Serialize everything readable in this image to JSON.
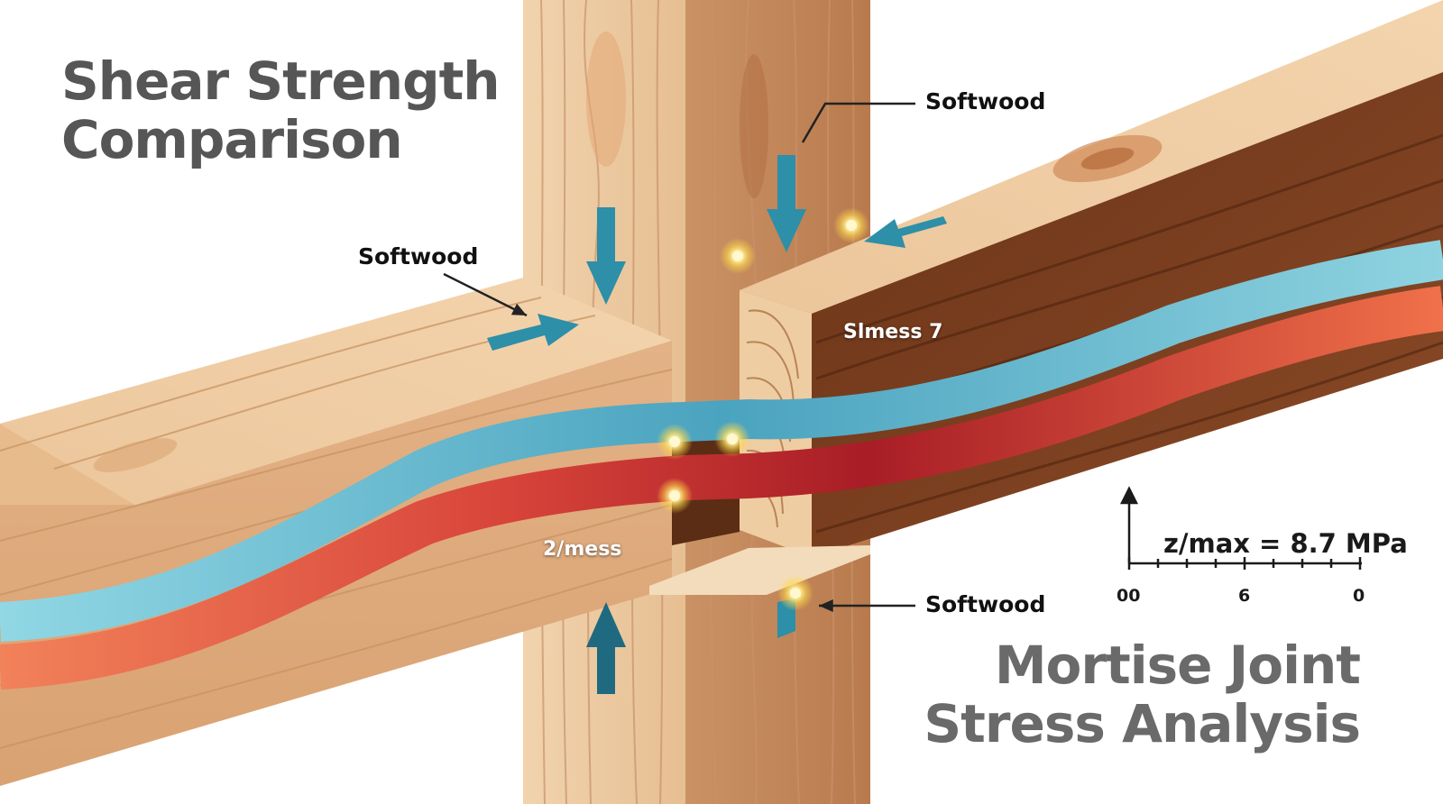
{
  "titles": {
    "top_left": [
      "Shear Strength",
      "Comparison"
    ],
    "bottom_right": [
      "Mortise Joint",
      "Stress Analysis"
    ]
  },
  "callouts": {
    "top_right": "Softwood",
    "left": "Softwood",
    "bottom_right": "Softwood"
  },
  "inline_labels": {
    "right_beam": "Slmess 7",
    "left_beam": "2/mess"
  },
  "scale": {
    "readout": "z/max = 8.7 MPa",
    "ticks": [
      "00",
      "6",
      "0"
    ]
  },
  "colors": {
    "stress_low": "#8fd3e0",
    "stress_high": "#b3202a",
    "stress_peak": "#f0714a",
    "arrow": "#2d8fa8",
    "wood_light": "#e9bf93",
    "wood_dark": "#7a3f22",
    "highlight": "#fff2a8"
  },
  "icons": [
    "force-arrow-icon",
    "stress-point-icon",
    "scale-axis-icon"
  ]
}
